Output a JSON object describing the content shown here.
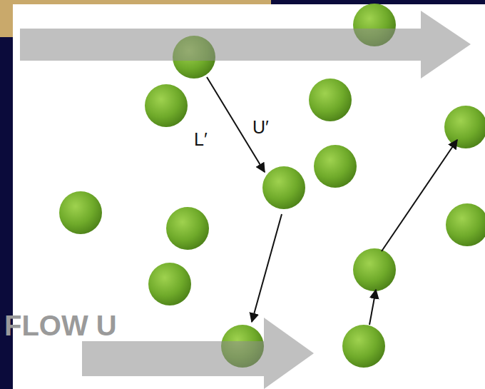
{
  "diagram": {
    "labels": [
      "L′",
      "U′",
      "FLOW U"
    ]
  }
}
